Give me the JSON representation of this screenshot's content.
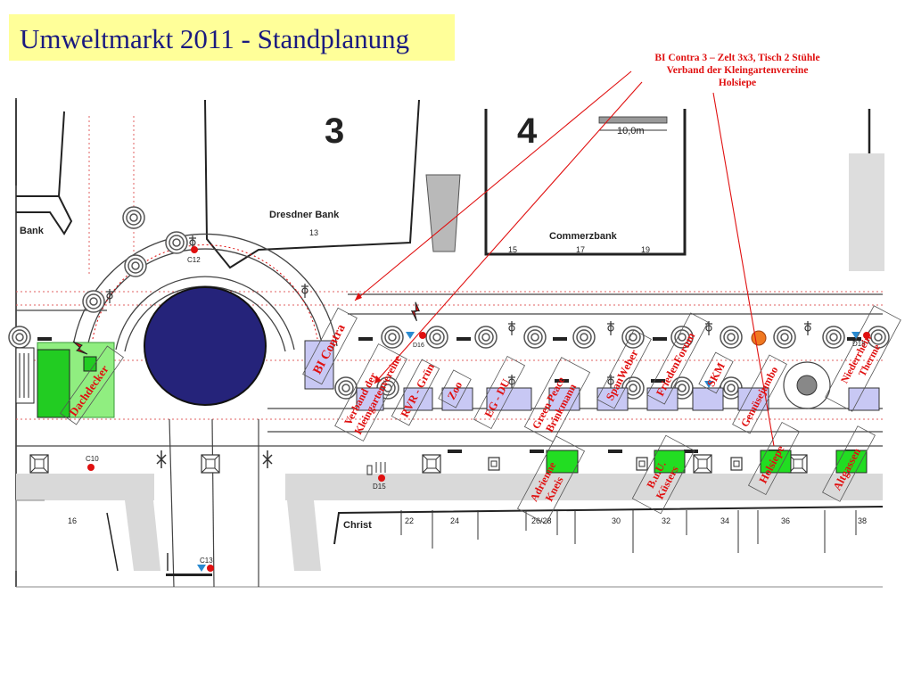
{
  "title": "Umweltmarkt 2011 - Standplanung",
  "annotation": {
    "lines": [
      "BI Contra 3 – Zelt 3x3, Tisch 2 Stühle",
      "Verband der Kleingartenvereine",
      "Holsiepe"
    ]
  },
  "map": {
    "building_numbers": [
      "3",
      "4"
    ],
    "scale": "10,0m",
    "banks": [
      "Dresdner Bank",
      "Commerzbank",
      "Bank"
    ],
    "house_numbers": {
      "dresdner": "13",
      "c15": "15",
      "c17": "17",
      "c19": "19"
    },
    "street_name": "Christ",
    "street_numbers": [
      "16",
      "22",
      "24",
      "26/28",
      "30",
      "32",
      "34",
      "36",
      "38"
    ],
    "markers": [
      "C12",
      "C10",
      "D15",
      "C13",
      "D16",
      "D18"
    ]
  },
  "stands": {
    "bi_contra": "BI Contra",
    "dachdecker": "Dachdecker",
    "verband_1": "Verband der",
    "verband_2": "Kleingartenvereine",
    "rvr": "RVR - Grün",
    "zoo": "Zoo",
    "eg_du": "EG - DU",
    "green_peace_1": "Green Peace",
    "green_peace_2": "Brinkmann",
    "spanweber": "SpanWeber",
    "friedenforum": "FriedenForum",
    "skm": "SKM",
    "gemuesejumbo": "Gemüsejumbo",
    "niederrhein_1": "Niederrhein",
    "niederrhein_2": "Therme",
    "adrienne_1": "Adrienne",
    "adrienne_2": "Kneis",
    "kuesters_1": "B.u.U.",
    "kuesters_2": "Küsters",
    "holsiepe": "Holsiepe",
    "altgassen": "Altgassen"
  }
}
